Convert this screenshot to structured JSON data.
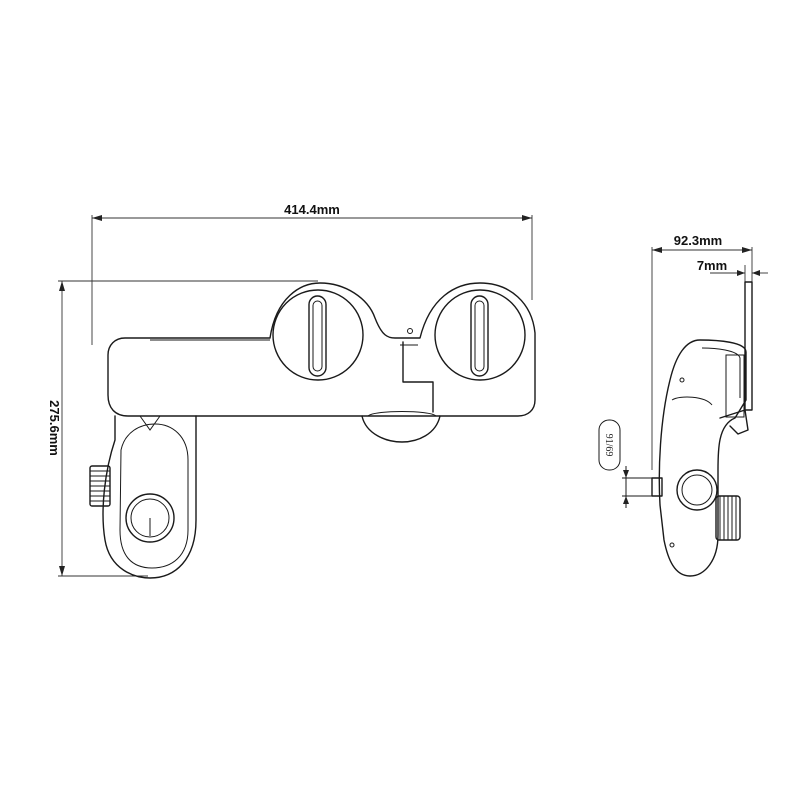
{
  "dimensions": {
    "front_width": "414.4mm",
    "front_height": "275.6mm",
    "side_depth": "92.3mm",
    "plate_thickness": "7mm",
    "hose_spec": "91/69"
  }
}
